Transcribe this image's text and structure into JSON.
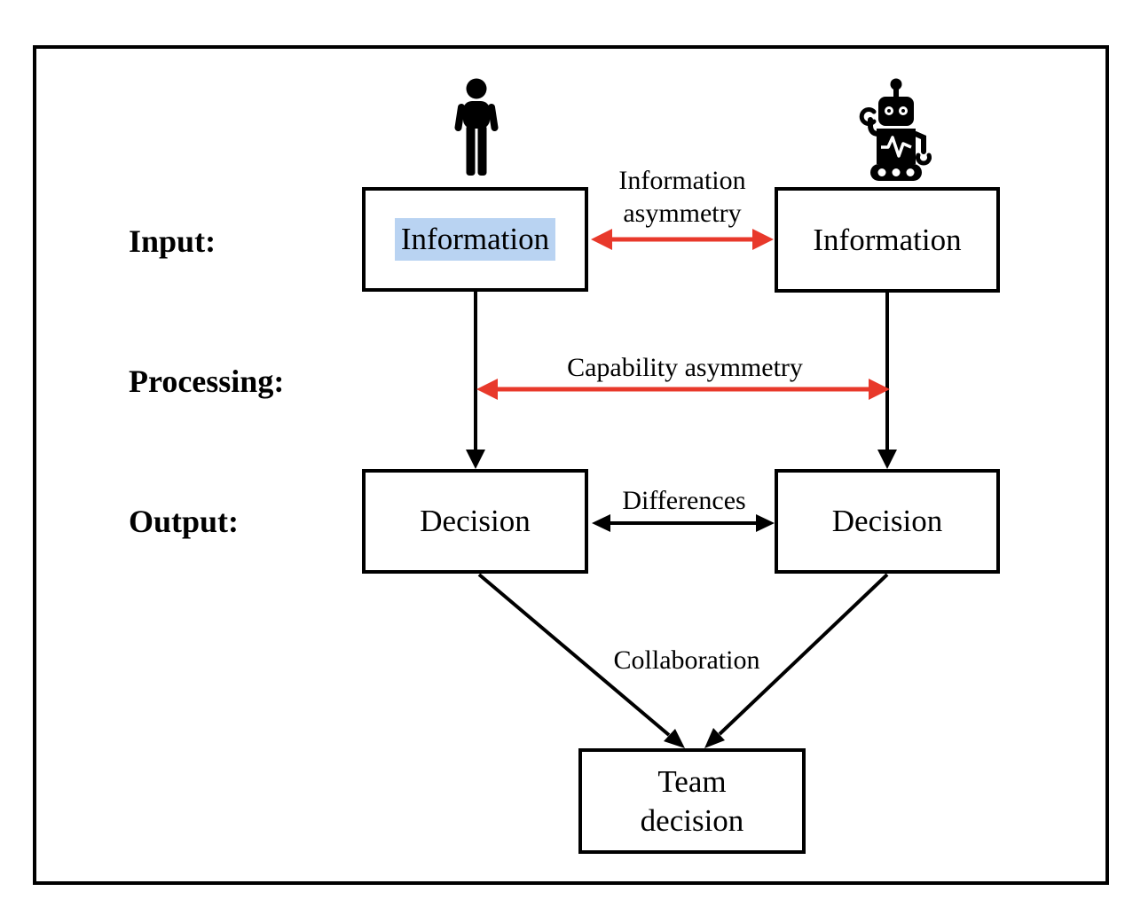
{
  "rows": {
    "input": "Input:",
    "processing": "Processing:",
    "output": "Output:"
  },
  "boxes": {
    "human_information": "Information",
    "ai_information": "Information",
    "human_decision": "Decision",
    "ai_decision": "Decision",
    "team_decision_lines": [
      "Team",
      "decision"
    ]
  },
  "edges": {
    "information_asymmetry_lines": [
      "Information",
      "asymmetry"
    ],
    "capability_asymmetry": "Capability asymmetry",
    "differences": "Differences",
    "collaboration": "Collaboration"
  },
  "icons": {
    "human": "person-icon",
    "robot": "robot-icon"
  },
  "colors": {
    "arrow_red": "#e8392b",
    "highlight_blue": "#b9d3f2",
    "line_black": "#000000"
  }
}
